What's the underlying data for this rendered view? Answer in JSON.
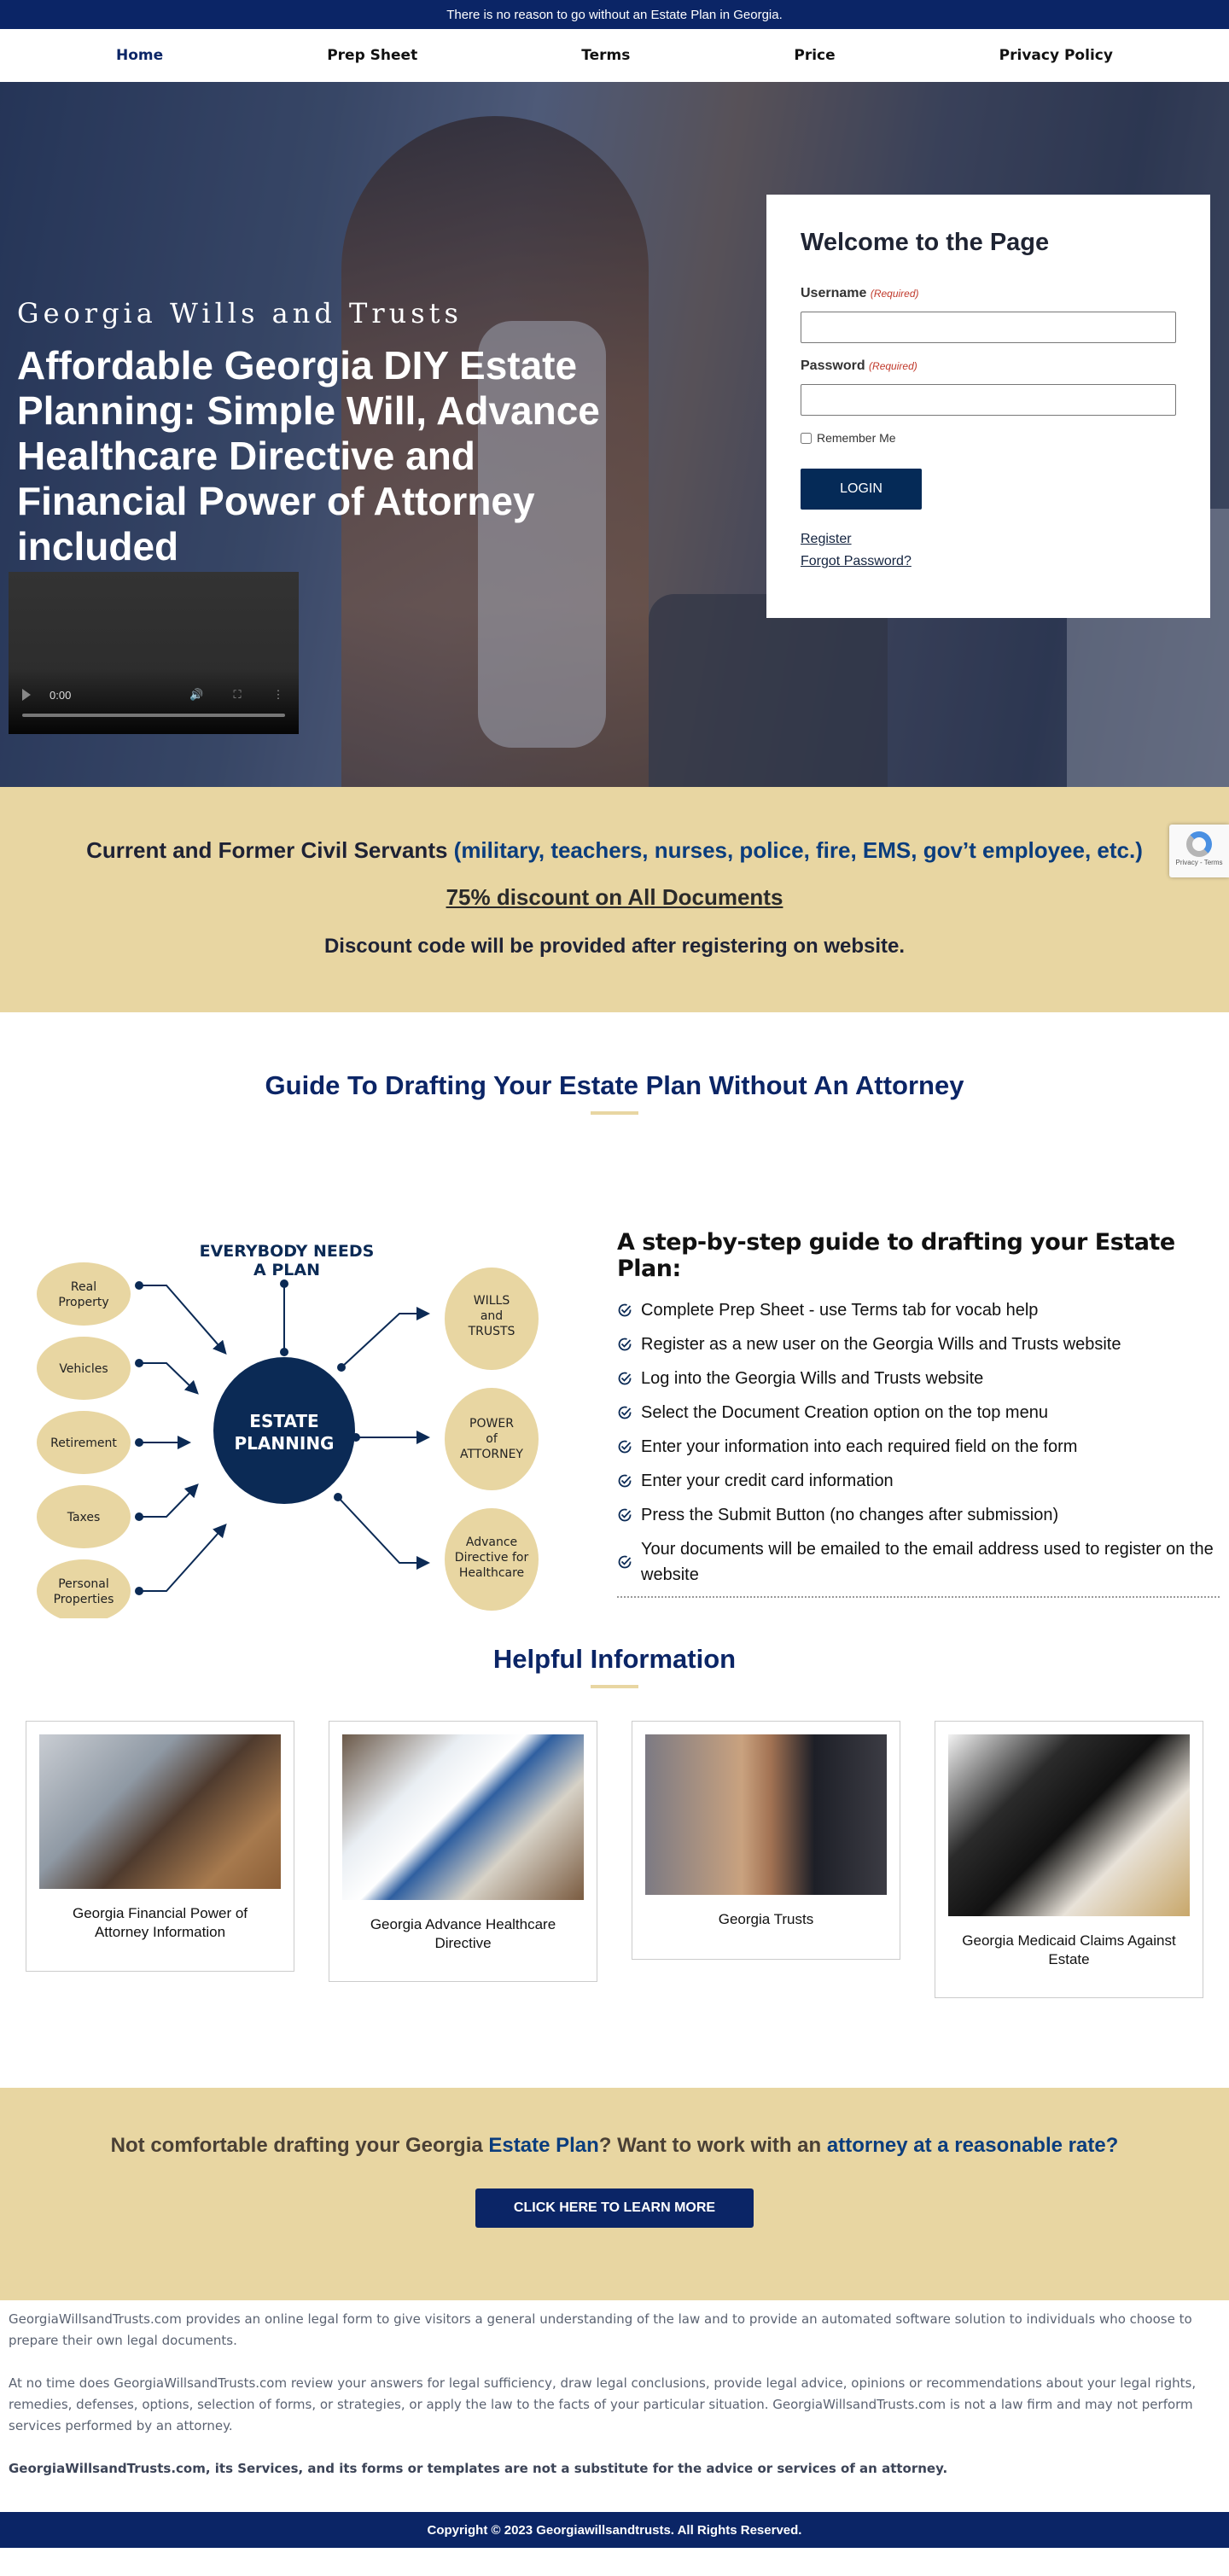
{
  "announcement": "There is no reason to go without an Estate Plan in Georgia.",
  "nav": {
    "items": [
      {
        "label": "Home",
        "active": true
      },
      {
        "label": "Prep Sheet"
      },
      {
        "label": "Terms"
      },
      {
        "label": "Price"
      },
      {
        "label": "Privacy Policy"
      }
    ]
  },
  "hero": {
    "subtitle": "Georgia Wills and Trusts",
    "title": "Affordable Georgia DIY Estate Planning: Simple Will, Advance Healthcare Directive and Financial Power of Attorney included",
    "video": {
      "time": "0:00"
    }
  },
  "login": {
    "title": "Welcome to the Page",
    "username_label": "Username",
    "password_label": "Password",
    "required_text": "(Required)",
    "username_value": "",
    "password_value": "",
    "remember_label": "Remember Me",
    "remember_checked": false,
    "button": "LOGIN",
    "register_link": "Register",
    "forgot_link": "Forgot Password?"
  },
  "discount": {
    "line1_dark": "Current and Former Civil Servants ",
    "line1_blue": "(military, teachers, nurses, police, fire, EMS, gov’t employee, etc.)",
    "line2": "75% discount on All Documents",
    "line3": "Discount code will be provided after registering on website."
  },
  "recaptcha": {
    "text": "Privacy - Terms"
  },
  "guide": {
    "title": "Guide To Drafting Your Estate Plan Without An Attorney"
  },
  "diagram": {
    "title_line1": "EVERYBODY NEEDS",
    "title_line2": "A PLAN",
    "center_line1": "ESTATE",
    "center_line2": "PLANNING",
    "inputs": [
      "Real Property",
      "Vehicles",
      "Retirement",
      "Taxes",
      "Personal Properties"
    ],
    "outputs": [
      "WILLS and TRUSTS",
      "POWER of ATTORNEY",
      "Advance Directive for Healthcare"
    ]
  },
  "steps": {
    "heading": "A step-by-step guide to drafting your Estate Plan:",
    "items": [
      "Complete Prep Sheet - use Terms tab for vocab help",
      "Register as a new user on the Georgia Wills and Trusts website",
      "Log into the Georgia Wills and Trusts website",
      "Select the Document Creation option on the top menu",
      "Enter your information into each required field on the form",
      "Enter your credit card information",
      "Press the Submit Button (no changes after submission)",
      "Your documents will be emailed to the email address used to register on the website"
    ]
  },
  "helpful": {
    "title": "Helpful Information",
    "cards": [
      {
        "caption": "Georgia Financial Power of Attorney Information"
      },
      {
        "caption": "Georgia Advance Healthcare Directive"
      },
      {
        "caption": "Georgia Trusts"
      },
      {
        "caption": "Georgia Medicaid Claims Against Estate"
      }
    ]
  },
  "cta": {
    "text1": "Not comfortable drafting your Georgia ",
    "text1_blue": "Estate Plan",
    "text2": "? Want to work with an ",
    "text2_blue": "attorney at a reasonable rate?",
    "button": "CLICK HERE TO LEARN MORE"
  },
  "disclaimer": {
    "p1": "GeorgiaWillsandTrusts.com provides an online legal form to give visitors a general understanding of the law and to provide an automated software solution to individuals who choose to prepare their own legal documents.",
    "p2": "At no time does GeorgiaWillsandTrusts.com review your answers for legal sufficiency, draw legal conclusions, provide legal advice, opinions or recommendations about your legal rights, remedies, defenses, options, selection of forms, or strategies, or apply the law to the facts of your particular situation. GeorgiaWillsandTrusts.com is not a law firm and may not perform services performed by an attorney.",
    "p3": "GeorgiaWillsandTrusts.com, its Services, and its forms or templates are not a substitute for the advice or services of an attorney."
  },
  "footer": {
    "copyright": "Copyright © 2023 Georgiawillsandtrusts. All Rights Reserved."
  },
  "colors": {
    "navy": "#0b2566",
    "button_navy": "#052a57",
    "gold": "#e8d6a2",
    "link_blue": "#0b3d7d",
    "required_red": "#c0392b"
  }
}
